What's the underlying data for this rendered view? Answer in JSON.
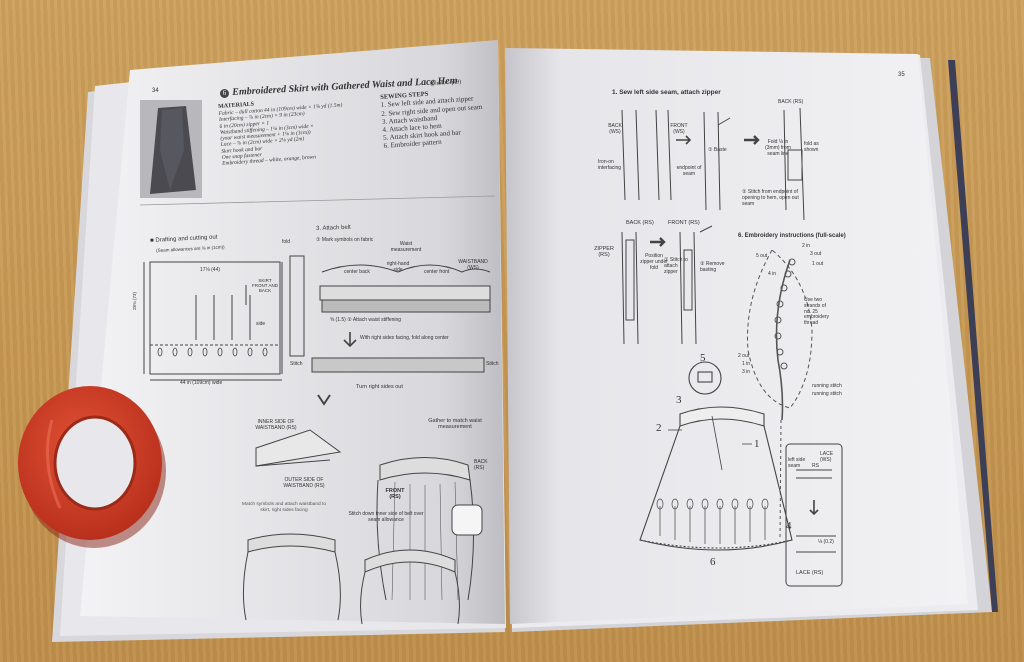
{
  "left_page": {
    "page_number": "34",
    "project_number": "6",
    "title": "Embroidered Skirt with Gathered Waist and Lace Hem",
    "photo_ref": "(photo→p.9)",
    "materials_heading": "MATERIALS",
    "materials": [
      "Fabric – dull cotton 44 in (109cm) wide × 1⅝ yd (1.5m)",
      "Interfacing – ⅞ in (2cm) × 9 in (23cm)",
      "6 in (20cm) zipper × 1",
      "Waistband stiffening – 1⅛ in (3cm) wide ×",
      "(your waist measurement + 1⅛ in (3cm))",
      "Lace – ⅞ in (2cm) wide × 2⅛ yd (2m)",
      "Skirt hook and bar",
      "One snap fastener",
      "Embroidery thread – white, orange, brown"
    ],
    "sewing_steps_heading": "SEWING STEPS",
    "sewing_steps": [
      "1. Sew left side and attach zipper",
      "2. Sew right side and open out seam",
      "3. Attach waistband",
      "4. Attach lace to hem",
      "5. Attach skirt hook and bar",
      "6. Embroider pattern"
    ],
    "drafting_heading": "■ Drafting and cutting out",
    "drafting_note": "(Seam allowances are ⅜ in (1cm))",
    "belt_heading": "3. Attach belt",
    "belt_step1": "① Mark symbols on fabric",
    "waist_measurement": "Waist measurement",
    "right_hand_side": "right-hand side",
    "center_back": "center back",
    "center_front": "center front",
    "waistband_label": "WAISTBAND (WS)",
    "attach_stiffening": "⅝ (1.5)  ② Attach waist stiffening",
    "fold_note": "With right sides facing, fold along center",
    "stitch": "Stitch",
    "turn_out": "Turn right sides out",
    "inner_side": "INNER SIDE OF WAISTBAND (RS)",
    "outer_side": "OUTER SIDE OF WAISTBAND (RS)",
    "match_symbols": "Match symbols and attach waistband to skirt, right sides facing",
    "gather_note": "Gather to match waist measurement",
    "back_rs": "BACK (RS)",
    "front_rs": "FRONT (RS)",
    "stitch_down": "Stitch down inner side of belt over seam allowance",
    "skirt_label": "SKIRT FRONT AND BACK",
    "width_label": "44 in (109cm) wide",
    "top_measure": "17⅛ (44)",
    "left_measure": "28¾ (73)",
    "fold_label": "fold",
    "side_label": "side"
  },
  "right_page": {
    "page_number": "35",
    "step1_heading": "1. Sew left side seam, attach zipper",
    "back_ws": "BACK (WS)",
    "front_ws": "FRONT (WS)",
    "back_rs": "BACK (RS)",
    "front_rs": "FRONT (RS)",
    "zipper_rs": "ZIPPER (RS)",
    "iron_on": "Iron-on interfacing",
    "endpoint": "endpoint of seam",
    "baste": "① Baste",
    "fold_seam": "Fold ⅛ in (3mm) from seam line",
    "fold_as_shown": "fold as shown",
    "stitch_endpoint": "② Stitch from endpoint of opening to hem, open out seam",
    "position_zipper": "Position zipper under fold",
    "stitch_attach": "① Stitch to attach zipper",
    "remove_basting": "② Remove basting",
    "embroidery_heading": "6. Embroidery instructions (full-scale)",
    "two_in": "2 in",
    "five_out": "5 out",
    "three_out": "3 out",
    "one_out": "1 out",
    "four_in": "4 in",
    "strands_note": "Use two strands of no. 25 embroidery thread",
    "two_out": "2 out",
    "one_in": "1 in",
    "three_in": "3 in",
    "running_stitch": "running stitch",
    "left_side_seam": "left side seam",
    "rs": "RS",
    "lace_ws": "LACE (WS)",
    "lace_rs": "LACE (RS)",
    "lace_measure": "⅛ (0.2)",
    "callouts": [
      "5",
      "3",
      "2",
      "1",
      "4",
      "6"
    ]
  },
  "colors": {
    "table": "#c79a55",
    "page": "#f4f4f6",
    "ring": "#d8402a",
    "ink": "#333333"
  }
}
